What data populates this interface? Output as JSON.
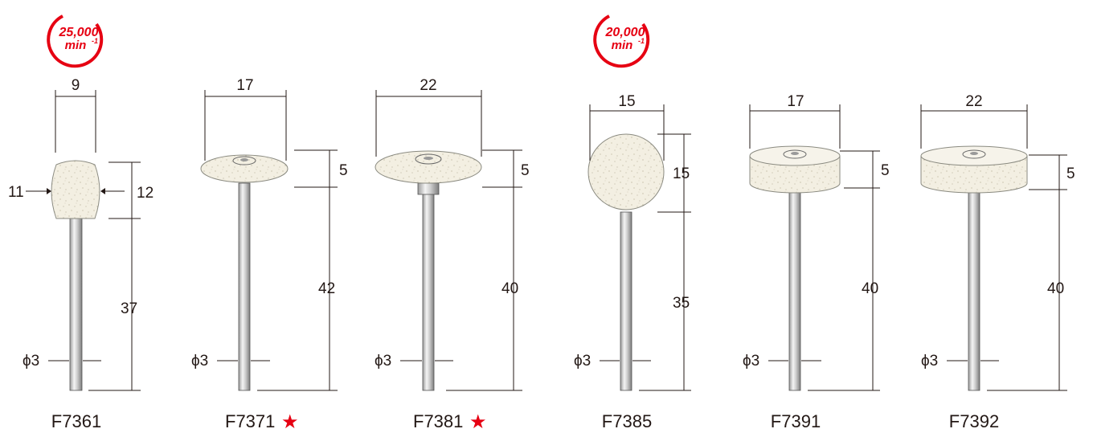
{
  "badges": [
    {
      "speed": "25,000",
      "unit": "min",
      "exp": "-1"
    },
    {
      "speed": "20,000",
      "unit": "min",
      "exp": "-1"
    }
  ],
  "products": [
    {
      "model": "F7361",
      "star": "",
      "width": "9",
      "side": "11",
      "height": "12",
      "length": "37",
      "shaft": "ϕ3"
    },
    {
      "model": "F7371",
      "star": "★",
      "width": "17",
      "height": "5",
      "length": "42",
      "shaft": "ϕ3"
    },
    {
      "model": "F7381",
      "star": "★",
      "width": "22",
      "height": "5",
      "length": "40",
      "shaft": "ϕ3"
    },
    {
      "model": "F7385",
      "star": "",
      "width": "15",
      "height": "15",
      "length": "35",
      "shaft": "ϕ3"
    },
    {
      "model": "F7391",
      "star": "",
      "width": "17",
      "height": "5",
      "length": "40",
      "shaft": "ϕ3"
    },
    {
      "model": "F7392",
      "star": "",
      "width": "22",
      "height": "5",
      "length": "40",
      "shaft": "ϕ3"
    }
  ],
  "colors": {
    "accent": "#e60012",
    "line": "#231815",
    "felt": "#f3efe2"
  }
}
